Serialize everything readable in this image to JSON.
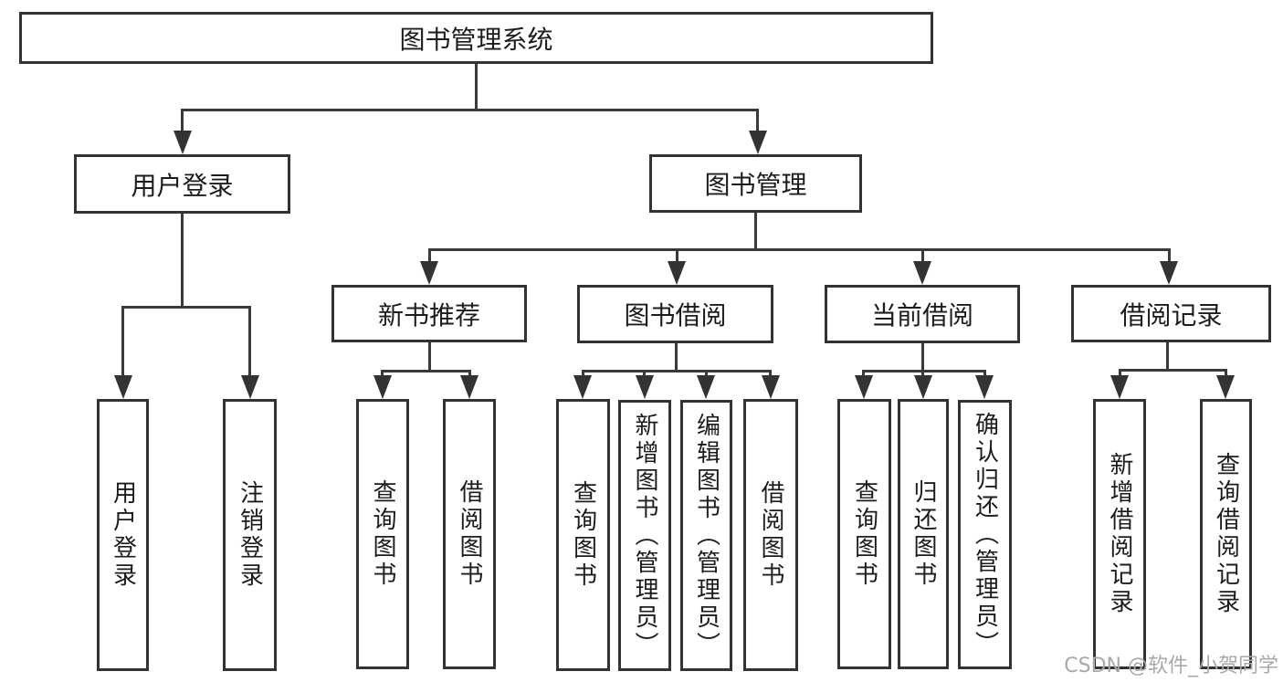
{
  "diagram_type": "org-tree",
  "colors": {
    "background": "#ffffff",
    "line": "#3a3a3a",
    "box_border": "#333333",
    "text": "#1c1c1c",
    "watermark": "#a9a9a9"
  },
  "nodes": {
    "root": {
      "label": "图书管理系统"
    },
    "user_login": {
      "label": "用户登录",
      "parent": "root"
    },
    "book_mgmt": {
      "label": "图书管理",
      "parent": "root"
    },
    "new_book_rec": {
      "label": "新书推荐",
      "parent": "book_mgmt"
    },
    "book_borrow": {
      "label": "图书借阅",
      "parent": "book_mgmt"
    },
    "current_borrow": {
      "label": "当前借阅",
      "parent": "book_mgmt"
    },
    "borrow_records": {
      "label": "借阅记录",
      "parent": "book_mgmt"
    }
  },
  "leaves": [
    {
      "label": "用户登录",
      "parent": "user_login"
    },
    {
      "label": "注销登录",
      "parent": "user_login"
    },
    {
      "label": "查询图书",
      "parent": "new_book_rec"
    },
    {
      "label": "借阅图书",
      "parent": "new_book_rec"
    },
    {
      "label": "查询图书",
      "parent": "book_borrow"
    },
    {
      "label": "新增图书（管理员）",
      "parent": "book_borrow"
    },
    {
      "label": "编辑图书（管理员）",
      "parent": "book_borrow"
    },
    {
      "label": "借阅图书",
      "parent": "book_borrow"
    },
    {
      "label": "查询图书",
      "parent": "current_borrow"
    },
    {
      "label": "归还图书",
      "parent": "current_borrow"
    },
    {
      "label": "确认归还（管理员）",
      "parent": "current_borrow"
    },
    {
      "label": "新增借阅记录",
      "parent": "borrow_records"
    },
    {
      "label": "查询借阅记录",
      "parent": "borrow_records"
    }
  ],
  "watermark": "CSDN @软件_小贺同学"
}
